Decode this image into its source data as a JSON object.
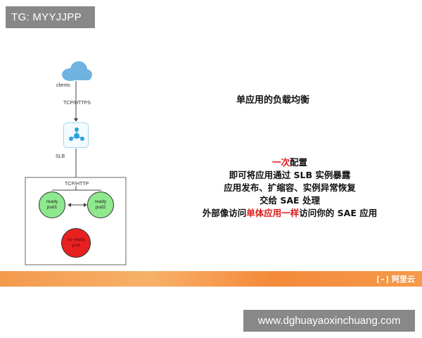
{
  "watermarks": {
    "top": "TG: MYYJJPP",
    "bottom": "www.dghuayaoxinchuang.com"
  },
  "diagram": {
    "clients_label": "clients",
    "protocol_top": "TCP/HTTPS",
    "slb_label": "SLB",
    "protocol_inner": "TCP/HTTP",
    "pods": [
      {
        "label": "ready pod1",
        "status": "ready"
      },
      {
        "label": "ready pod2",
        "status": "ready"
      },
      {
        "label": "no-ready pod",
        "status": "not-ready"
      }
    ],
    "colors": {
      "ready": "#8ee88e",
      "not_ready": "#e82020",
      "cloud": "#6fb3e0",
      "slb": "#2aa3dc"
    }
  },
  "panel": {
    "title": "单应用的负载均衡",
    "line1_red": "一次",
    "line1_rest": "配置",
    "line2": "即可将应用通过 SLB 实例暴露",
    "line3": "应用发布、扩缩容、实例异常恢复",
    "line4": "交给 SAE 处理",
    "line5_pre": "外部像访问",
    "line5_red": "单体应用一样",
    "line5_post": "访问你的 SAE 应用"
  },
  "footer": {
    "logo_mark": "[-]",
    "brand": "阿里云",
    "accent": "#f39a4c"
  }
}
